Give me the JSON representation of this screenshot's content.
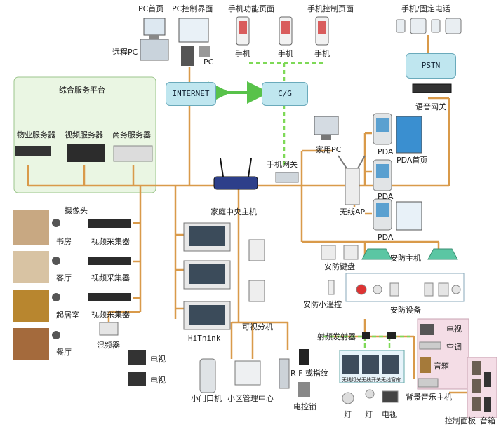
{
  "top": {
    "pc_home": "PC首页",
    "pc_control": "PC控制界面",
    "remote_pc": "远程PC",
    "pc": "PC",
    "phone_func_page": "手机功能页面",
    "phone_control_page": "手机控制页面",
    "phone": "手机",
    "mobile_fixed_phone": "手机/固定电话"
  },
  "hubs": {
    "internet": "INTERNET",
    "cg": "C/G",
    "pstn": "PSTN"
  },
  "platform": {
    "title": "综合服务平台",
    "property_server": "物业服务器",
    "video_server": "视频服务器",
    "business_server": "商务服务器"
  },
  "voice_gateway": "语音网关",
  "home_pc": "家用PC",
  "mobile_gateway": "手机网关",
  "pda": "PDA",
  "pda_home": "PDA首页",
  "wireless_ap": "无线AP",
  "home_host": "家庭中央主机",
  "camera": "摄像头",
  "rooms": [
    "书房",
    "客厅",
    "起居室",
    "餐厅"
  ],
  "video_collector": "视频采集器",
  "mixer": "混频器",
  "tv": "电视",
  "brand": "HiTnink",
  "visual_extension": "可视分机",
  "security": {
    "keyboard": "安防键盘",
    "host": "安防主机",
    "remote": "安防小遥控",
    "devices": "安防设备"
  },
  "rf_transmitter": "射频发射器",
  "panel_labels": [
    "无线灯光",
    "无线开关",
    "无线窗帘"
  ],
  "ac": "空调",
  "speaker": "音箱",
  "bg_music_host": "背景音乐主机",
  "lamp": "灯",
  "bottom": {
    "door_unit": "小门口机",
    "community_center": "小区管理中心",
    "rf_fingerprint": "R F 或指纹",
    "electric_lock": "电控锁",
    "control_panel": "控制面板",
    "speaker2": "音箱"
  },
  "colors": {
    "wire": "#d99a4a",
    "accent_green": "#58c24a",
    "dash_green": "#7ed957",
    "hub_fill": "#bfe6ef",
    "platform_fill": "#eaf6e3",
    "pink_box": "#f4dde6"
  }
}
